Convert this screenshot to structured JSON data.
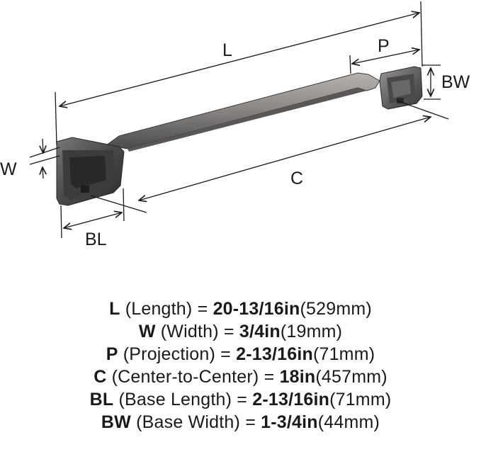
{
  "diagram": {
    "labels": {
      "L": "L",
      "P": "P",
      "BW": "BW",
      "W": "W",
      "C": "C",
      "BL": "BL"
    },
    "colors": {
      "metal_dark": "#3a3a3c",
      "metal_mid": "#6e6c6b",
      "metal_light": "#a9a6a3",
      "line": "#1a1a1a"
    }
  },
  "specs": [
    {
      "sym": "L",
      "desc": "(Length)",
      "eq": "=",
      "val": "20-13/16in",
      "mm": "(529mm)"
    },
    {
      "sym": "W",
      "desc": "(Width)",
      "eq": "=",
      "val": "3/4in",
      "mm": "(19mm)"
    },
    {
      "sym": "P",
      "desc": "(Projection)",
      "eq": "=",
      "val": "2-13/16in",
      "mm": "(71mm)"
    },
    {
      "sym": "C",
      "desc": "(Center-to-Center)",
      "eq": "=",
      "val": "18in",
      "mm": "(457mm)"
    },
    {
      "sym": "BL",
      "desc": "(Base Length)",
      "eq": "=",
      "val": "2-13/16in",
      "mm": "(71mm)"
    },
    {
      "sym": "BW",
      "desc": "(Base Width)",
      "eq": "=",
      "val": "1-3/4in",
      "mm": "(44mm)"
    }
  ]
}
